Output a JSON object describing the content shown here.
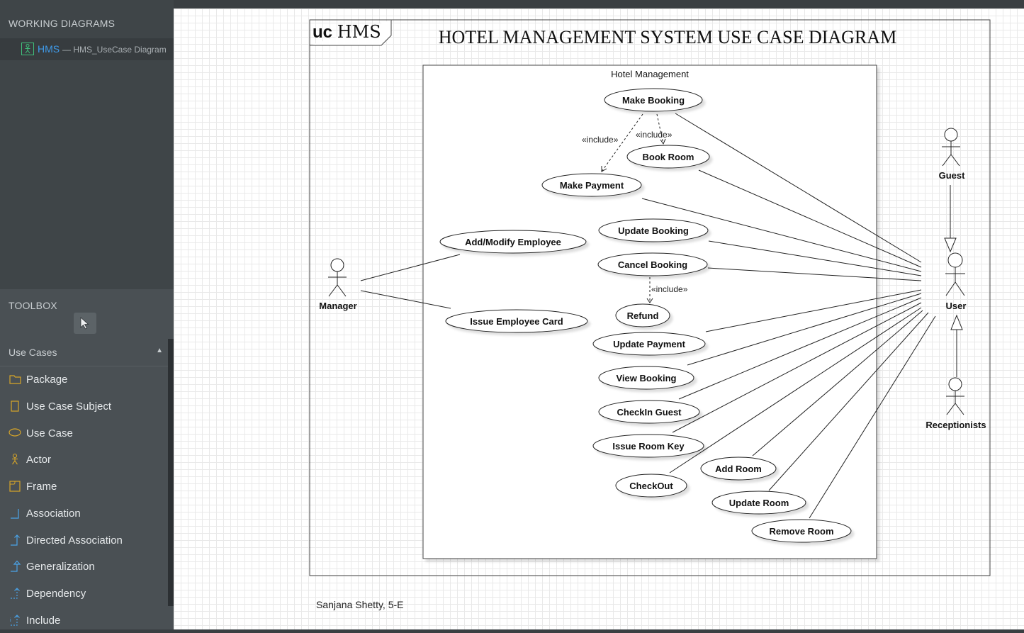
{
  "working_diagrams": {
    "title": "WORKING DIAGRAMS",
    "item": {
      "name": "HMS",
      "sub": "— HMS_UseCase Diagram"
    }
  },
  "toolbox": {
    "title": "TOOLBOX",
    "group": "Use Cases",
    "tools": [
      {
        "label": "Package",
        "icon": "package-icon"
      },
      {
        "label": "Use Case Subject",
        "icon": "subject-icon"
      },
      {
        "label": "Use Case",
        "icon": "ellipse-icon"
      },
      {
        "label": "Actor",
        "icon": "actor-icon"
      },
      {
        "label": "Frame",
        "icon": "frame-icon"
      },
      {
        "label": "Association",
        "icon": "association-icon"
      },
      {
        "label": "Directed Association",
        "icon": "directed-association-icon"
      },
      {
        "label": "Generalization",
        "icon": "generalization-icon"
      },
      {
        "label": "Dependency",
        "icon": "dependency-icon"
      },
      {
        "label": "Include",
        "icon": "include-icon"
      }
    ]
  },
  "diagram": {
    "frame_keyword": "uc",
    "frame_name": "HMS",
    "title": "HOTEL MANAGEMENT SYSTEM USE CASE DIAGRAM",
    "subject": "Hotel Management",
    "footer": "Sanjana Shetty, 5-E",
    "include_label": "«include»",
    "actors": {
      "manager": "Manager",
      "guest": "Guest",
      "user": "User",
      "receptionists": "Receptionists"
    },
    "use_cases": {
      "make_booking": "Make Booking",
      "book_room": "Book Room",
      "make_payment": "Make Payment",
      "add_modify_employee": "Add/Modify Employee",
      "issue_employee_card": "Issue Employee Card",
      "update_booking": "Update Booking",
      "cancel_booking": "Cancel Booking",
      "refund": "Refund",
      "update_payment": "Update Payment",
      "view_booking": "View Booking",
      "checkin_guest": "CheckIn Guest",
      "issue_room_key": "Issue Room Key",
      "checkout": "CheckOut",
      "add_room": "Add Room",
      "update_room": "Update Room",
      "remove_room": "Remove Room"
    }
  },
  "colors": {
    "sidebar_bg": "#3f4548",
    "toolbox_bg": "#4a5054",
    "accent_blue": "#3f9ae8",
    "icon_gold": "#d7a528",
    "icon_blue": "#4aa3e8"
  }
}
